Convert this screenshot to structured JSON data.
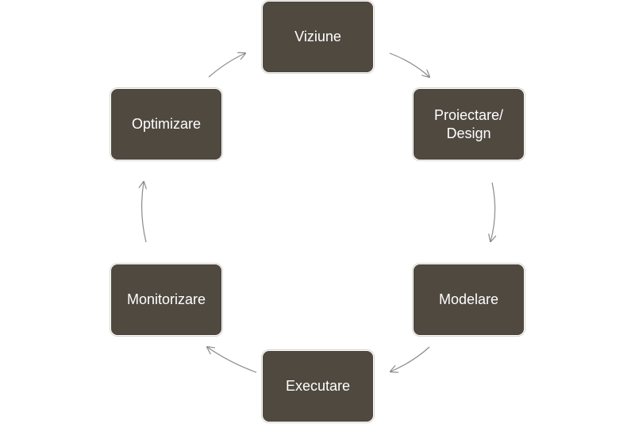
{
  "diagram": {
    "type": "cycle",
    "colors": {
      "node_fill": "#4f4940",
      "node_text": "#ffffff",
      "arrow": "#8a8a8a"
    },
    "nodes": [
      {
        "label": "Viziune"
      },
      {
        "label": "Proiectare/\nDesign"
      },
      {
        "label": "Modelare"
      },
      {
        "label": "Executare"
      },
      {
        "label": "Monitorizare"
      },
      {
        "label": "Optimizare"
      }
    ],
    "edges": [
      {
        "from": "Viziune",
        "to": "Proiectare/\nDesign"
      },
      {
        "from": "Proiectare/\nDesign",
        "to": "Modelare"
      },
      {
        "from": "Modelare",
        "to": "Executare"
      },
      {
        "from": "Executare",
        "to": "Monitorizare"
      },
      {
        "from": "Monitorizare",
        "to": "Optimizare"
      },
      {
        "from": "Optimizare",
        "to": "Viziune"
      }
    ]
  }
}
